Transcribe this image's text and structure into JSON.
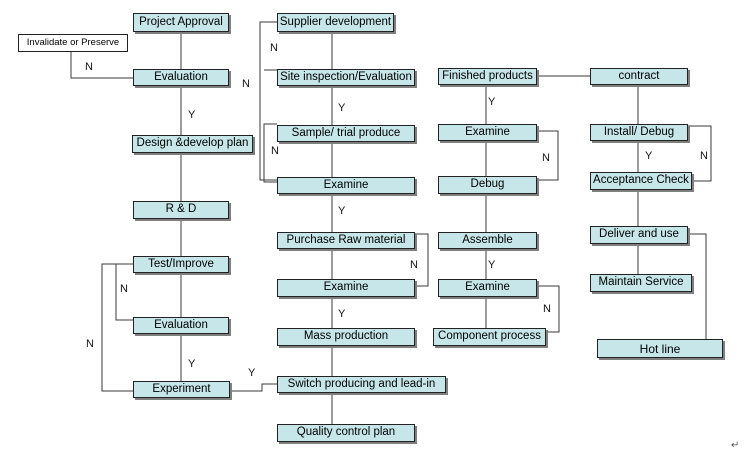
{
  "nodes": {
    "project_approval": "Project Approval",
    "invalidate_or_preserve": "Invalidate or Preserve",
    "evaluation_1": "Evaluation",
    "design_plan": "Design &develop plan",
    "r_and_d": "R & D",
    "test_improve": "Test/Improve",
    "evaluation_2": "Evaluation",
    "experiment": "Experiment",
    "supplier_development": "Supplier development",
    "site_inspection": "Site inspection/Evaluation",
    "sample_trial": "Sample/ trial produce",
    "examine_1": "Examine",
    "purchase_raw": "Purchase Raw material",
    "examine_2": "Examine",
    "mass_production": "Mass production",
    "switch_producing": "Switch producing and lead-in",
    "quality_control": "Quality control plan",
    "finished_products": "Finished products",
    "examine_3": "Examine",
    "debug": "Debug",
    "assemble": "Assemble",
    "examine_4": "Examine",
    "component_process": "Component process",
    "contract": "contract",
    "install_debug": "Install/ Debug",
    "acceptance_check": "Acceptance Check",
    "deliver_and_use": "Deliver and use",
    "maintain_service": "Maintain Service",
    "hot_line": "Hot line"
  },
  "labels": {
    "yes": "Y",
    "no": "N",
    "mark": "↵"
  }
}
